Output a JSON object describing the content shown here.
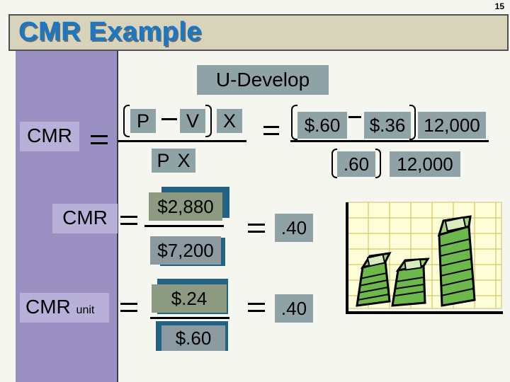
{
  "page_number": "15",
  "title": "CMR Example",
  "header": "U-Develop",
  "formula": {
    "lhs": "CMR",
    "numerator_p": "P",
    "numerator_v": "V",
    "numerator_x": "X",
    "denominator_p": "P",
    "denominator_x": "X",
    "num_price": "$.60",
    "num_var": "$.36",
    "num_qty": "12,000",
    "den_price": ".60",
    "den_qty": "12,000"
  },
  "step2": {
    "lhs": "CMR",
    "numerator": "$2,880",
    "denominator": "$7,200",
    "result": ".40"
  },
  "step3": {
    "lhs_main": "CMR",
    "lhs_sub": "unit",
    "numerator": "$.24",
    "denominator": "$.60",
    "result": ".40"
  }
}
